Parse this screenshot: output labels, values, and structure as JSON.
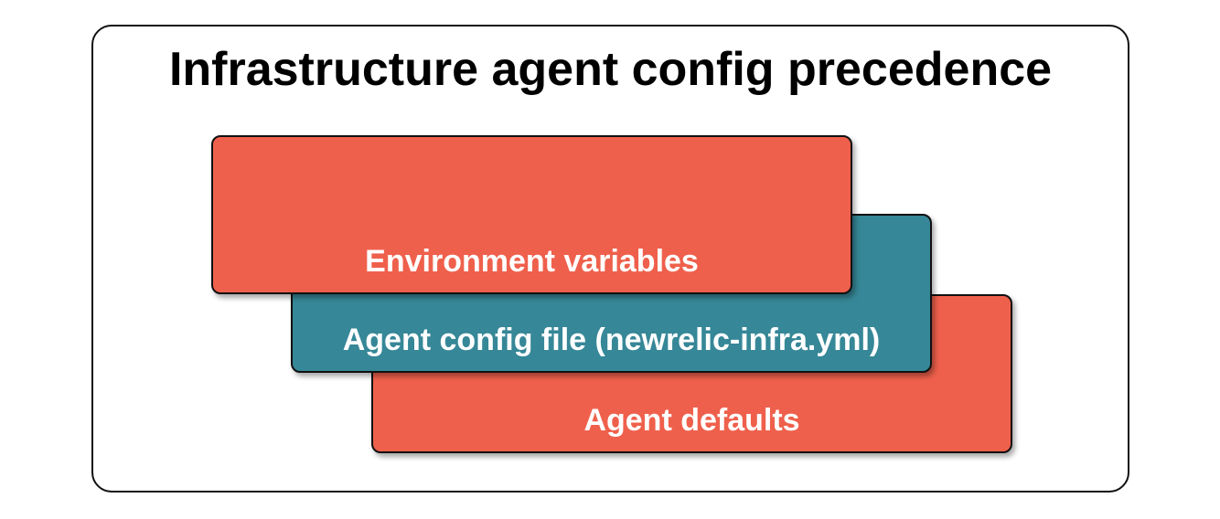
{
  "title": "Infrastructure agent config precedence",
  "layers": [
    {
      "label": "Environment variables",
      "color": "#ef604c"
    },
    {
      "label": "Agent config file (newrelic-infra.yml)",
      "color": "#368797"
    },
    {
      "label": "Agent defaults",
      "color": "#ef604c"
    }
  ]
}
